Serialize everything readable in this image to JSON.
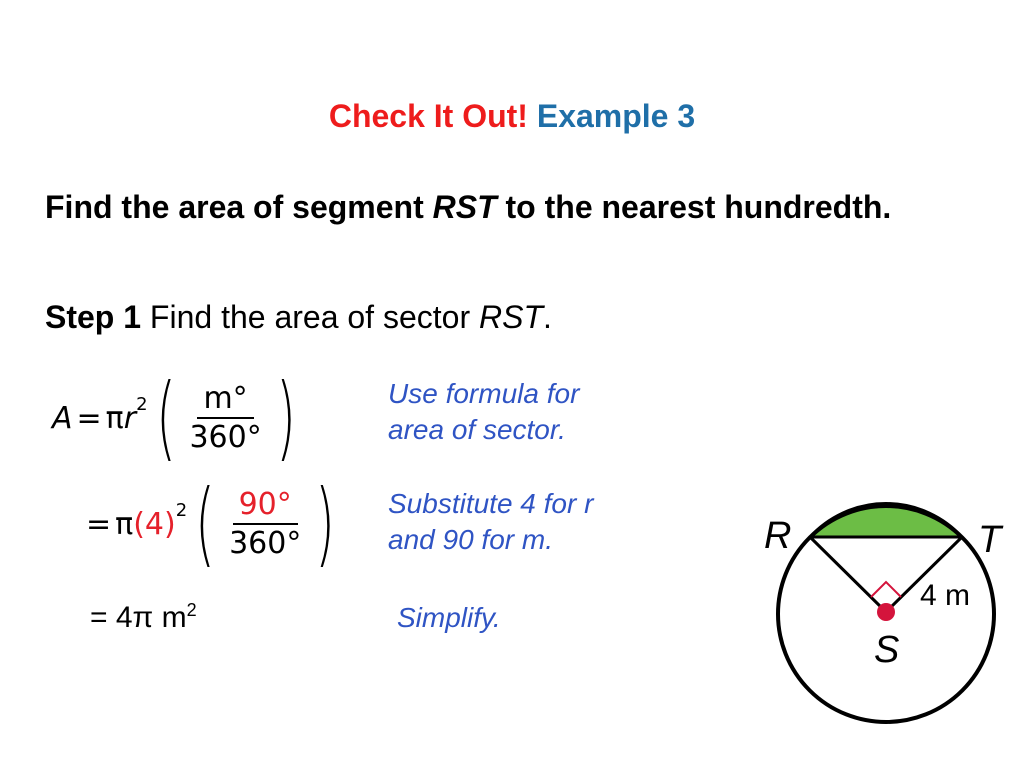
{
  "title": {
    "part1": "Check It Out!",
    "part2": "Example 3"
  },
  "problem": {
    "text_before": "Find the area of segment ",
    "segment": "RST",
    "text_after": " to the nearest hundredth."
  },
  "step1": {
    "label": "Step 1",
    "text": " Find the area of sector ",
    "sector": "RST",
    "end": "."
  },
  "formula": {
    "lhs": "A",
    "eq": "=",
    "pi": "π",
    "r": "r",
    "exp": "2",
    "num": "m°",
    "den": "360°"
  },
  "substitution": {
    "eq": "=",
    "pi": "π",
    "radius": "(4)",
    "exp": "2",
    "num": "90°",
    "den": "360°"
  },
  "result": {
    "text": "= 4π m",
    "exp": "2"
  },
  "notes": {
    "note1_line1": "Use formula for",
    "note1_line2": "area of sector.",
    "note2_line1": "Substitute 4 for r",
    "note2_line2": "and 90 for m.",
    "note3": "Simplify."
  },
  "diagram": {
    "label_r": "R",
    "label_t": "T",
    "label_s": "S",
    "radius_label": "4 m",
    "segment_color": "#6cbd45",
    "center_color": "#d4143c",
    "right_angle_color": "#d4143c"
  }
}
